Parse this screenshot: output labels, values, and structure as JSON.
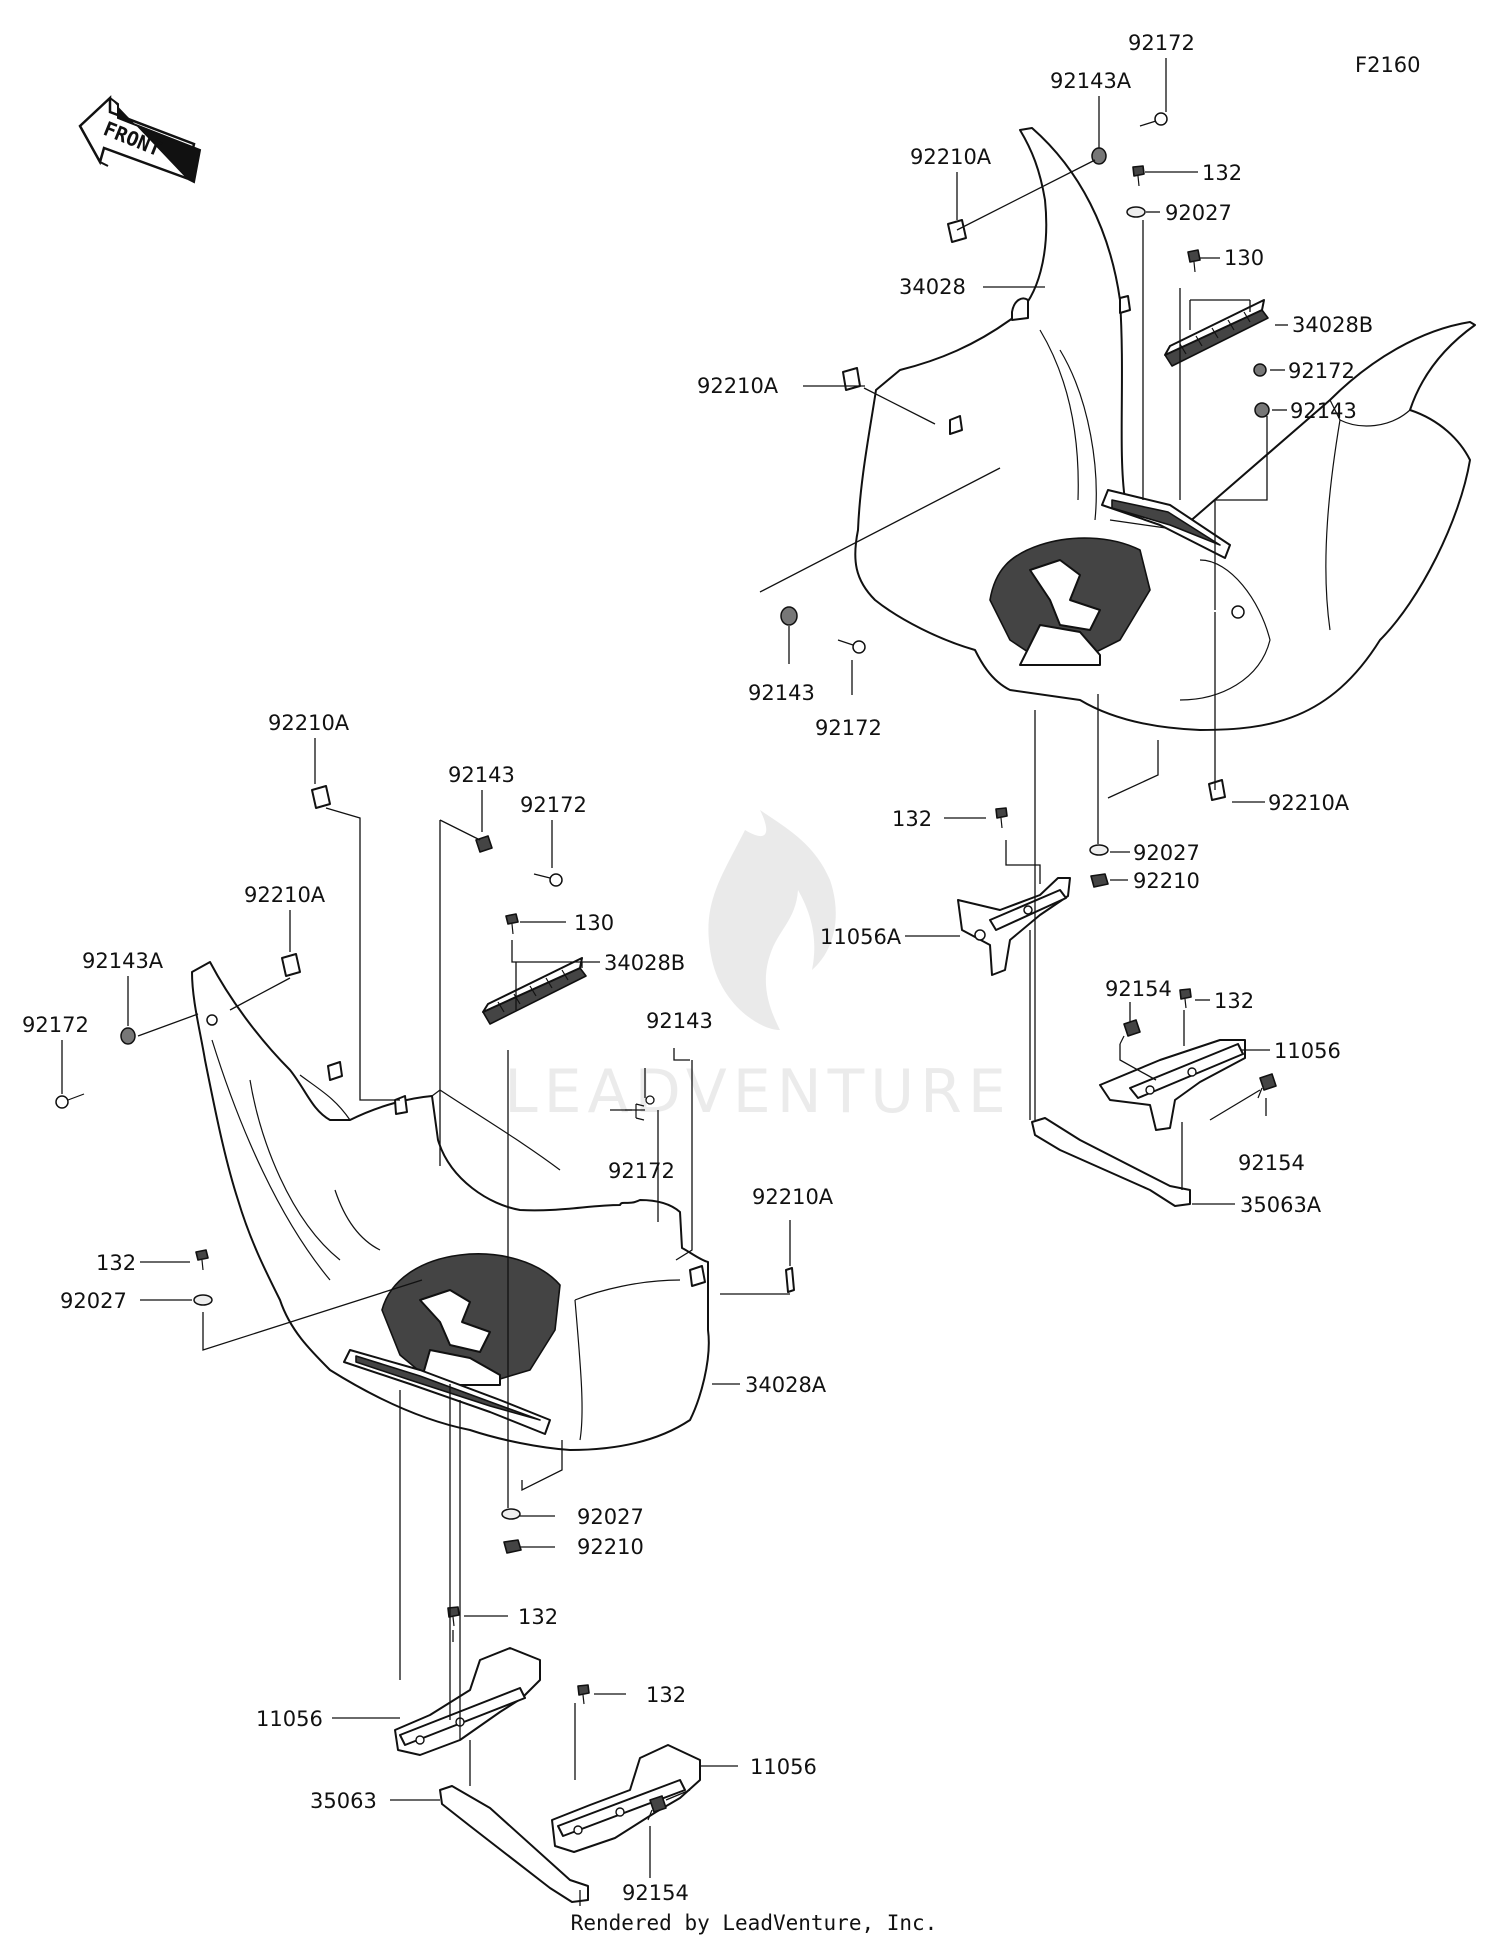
{
  "diagram_code": "F2160",
  "front_label": "FRONT",
  "watermark": "LEADVENTURE",
  "footer": "Rendered by LeadVenture, Inc.",
  "labels": [
    {
      "id": "r-92172-top",
      "text": "92172"
    },
    {
      "id": "r-92143A",
      "text": "92143A"
    },
    {
      "id": "r-92210A-1",
      "text": "92210A"
    },
    {
      "id": "r-132-1",
      "text": "132"
    },
    {
      "id": "r-92027-1",
      "text": "92027"
    },
    {
      "id": "r-130",
      "text": "130"
    },
    {
      "id": "r-34028",
      "text": "34028"
    },
    {
      "id": "r-34028B",
      "text": "34028B"
    },
    {
      "id": "r-92210A-2",
      "text": "92210A"
    },
    {
      "id": "r-92172-2",
      "text": "92172"
    },
    {
      "id": "r-92143-1",
      "text": "92143"
    },
    {
      "id": "r-92143-2",
      "text": "92143"
    },
    {
      "id": "r-92172-3",
      "text": "92172"
    },
    {
      "id": "r-92210A-3",
      "text": "92210A"
    },
    {
      "id": "r-132-2",
      "text": "132"
    },
    {
      "id": "r-92027-2",
      "text": "92027"
    },
    {
      "id": "r-92210",
      "text": "92210"
    },
    {
      "id": "r-11056A",
      "text": "11056A"
    },
    {
      "id": "r-92154-1",
      "text": "92154"
    },
    {
      "id": "r-132-3",
      "text": "132"
    },
    {
      "id": "r-11056",
      "text": "11056"
    },
    {
      "id": "r-92154-2",
      "text": "92154"
    },
    {
      "id": "r-35063A",
      "text": "35063A"
    },
    {
      "id": "l-92210A-1",
      "text": "92210A"
    },
    {
      "id": "l-92143",
      "text": "92143"
    },
    {
      "id": "l-92172",
      "text": "92172"
    },
    {
      "id": "l-92210A-2",
      "text": "92210A"
    },
    {
      "id": "l-130",
      "text": "130"
    },
    {
      "id": "l-92143A",
      "text": "92143A"
    },
    {
      "id": "l-34028B",
      "text": "34028B"
    },
    {
      "id": "l-92172-2",
      "text": "92172"
    },
    {
      "id": "l-92143-2",
      "text": "92143"
    },
    {
      "id": "l-92172-3",
      "text": "92172"
    },
    {
      "id": "l-92210A-3",
      "text": "92210A"
    },
    {
      "id": "l-132-1",
      "text": "132"
    },
    {
      "id": "l-92027-1",
      "text": "92027"
    },
    {
      "id": "l-34028A",
      "text": "34028A"
    },
    {
      "id": "l-92027-2",
      "text": "92027"
    },
    {
      "id": "l-92210",
      "text": "92210"
    },
    {
      "id": "l-132-2",
      "text": "132"
    },
    {
      "id": "l-11056-1",
      "text": "11056"
    },
    {
      "id": "l-132-3",
      "text": "132"
    },
    {
      "id": "l-11056-2",
      "text": "11056"
    },
    {
      "id": "l-35063",
      "text": "35063"
    },
    {
      "id": "l-92154",
      "text": "92154"
    }
  ]
}
